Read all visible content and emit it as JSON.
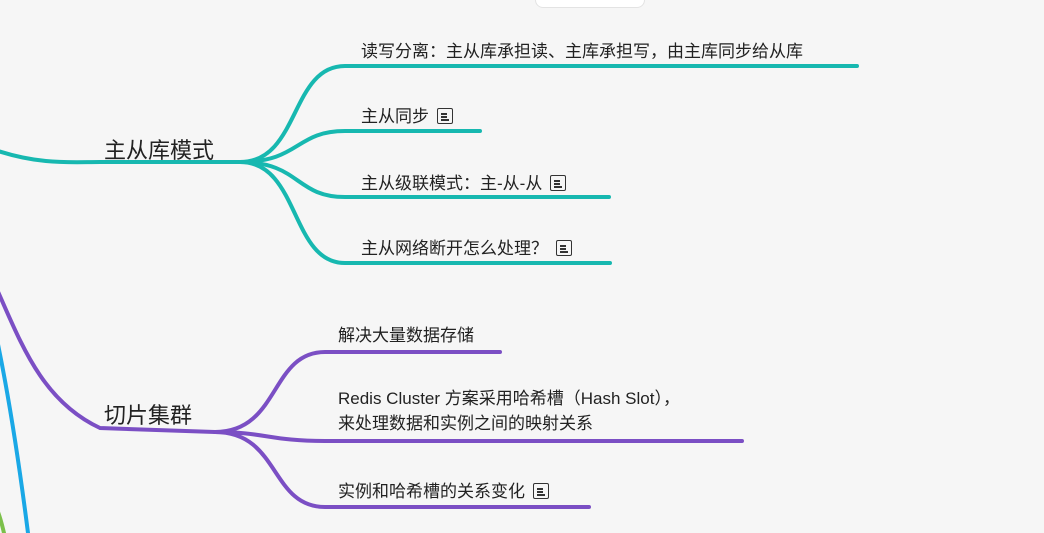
{
  "colors": {
    "teal": "#17b8b0",
    "purple": "#7b4fc4",
    "blue": "#1aa8e6",
    "green": "#7cc04b",
    "background": "#f6f6f6"
  },
  "topics": [
    {
      "label": "主从库模式",
      "children": [
        {
          "label": "读写分离：主从库承担读、主库承担写，由主库同步给从库",
          "note": false
        },
        {
          "label": "主从同步",
          "note": true
        },
        {
          "label": "主从级联模式：主-从-从",
          "note": true
        },
        {
          "label": "主从网络断开怎么处理？",
          "note": true
        }
      ]
    },
    {
      "label": "切片集群",
      "children": [
        {
          "label": "解决大量数据存储",
          "note": false
        },
        {
          "lines": [
            "Redis Cluster 方案采用哈希槽（Hash Slot），",
            "来处理数据和实例之间的映射关系"
          ],
          "note": false
        },
        {
          "label": "实例和哈希槽的关系变化",
          "note": true
        }
      ]
    }
  ],
  "icons": {
    "note": "note-icon"
  }
}
